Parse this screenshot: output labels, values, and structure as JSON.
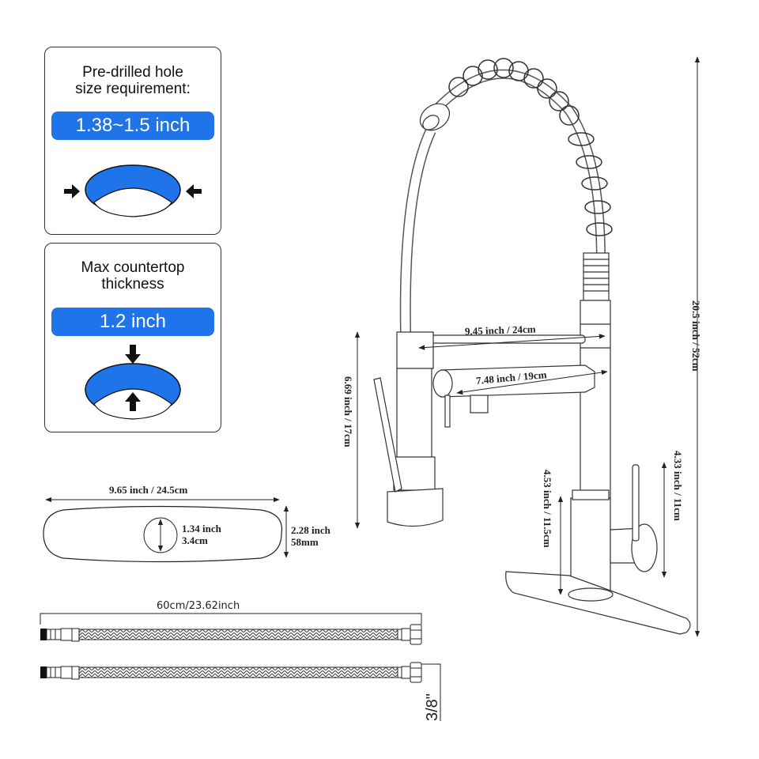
{
  "hole_card": {
    "title_line1": "Pre-drilled hole",
    "title_line2": "size requirement:",
    "value": "1.38~1.5 inch",
    "accent_color": "#1e74e8"
  },
  "thickness_card": {
    "title_line1": "Max countertop",
    "title_line2": "thickness",
    "value": "1.2 inch",
    "accent_color": "#1e74e8"
  },
  "deck_plate": {
    "length_label": "9.65 inch / 24.5cm",
    "hole_label_line1": "1.34 inch",
    "hole_label_line2": "3.4cm",
    "width_label_line1": "2.28 inch",
    "width_label_line2": "58mm"
  },
  "hoses": {
    "length_label": "60cm/23.62inch",
    "fitting_label": "3/8\""
  },
  "faucet": {
    "total_height_label": "20.5 inch / 52cm",
    "upper_arm_label": "9.45 inch / 24cm",
    "spout_label": "7.48 inch / 19cm",
    "sprayer_height_label": "6.69 inch / 17cm",
    "base_height_label": "4.53 inch / 11.5cm",
    "handle_height_label": "4.33 inch / 11cm"
  }
}
